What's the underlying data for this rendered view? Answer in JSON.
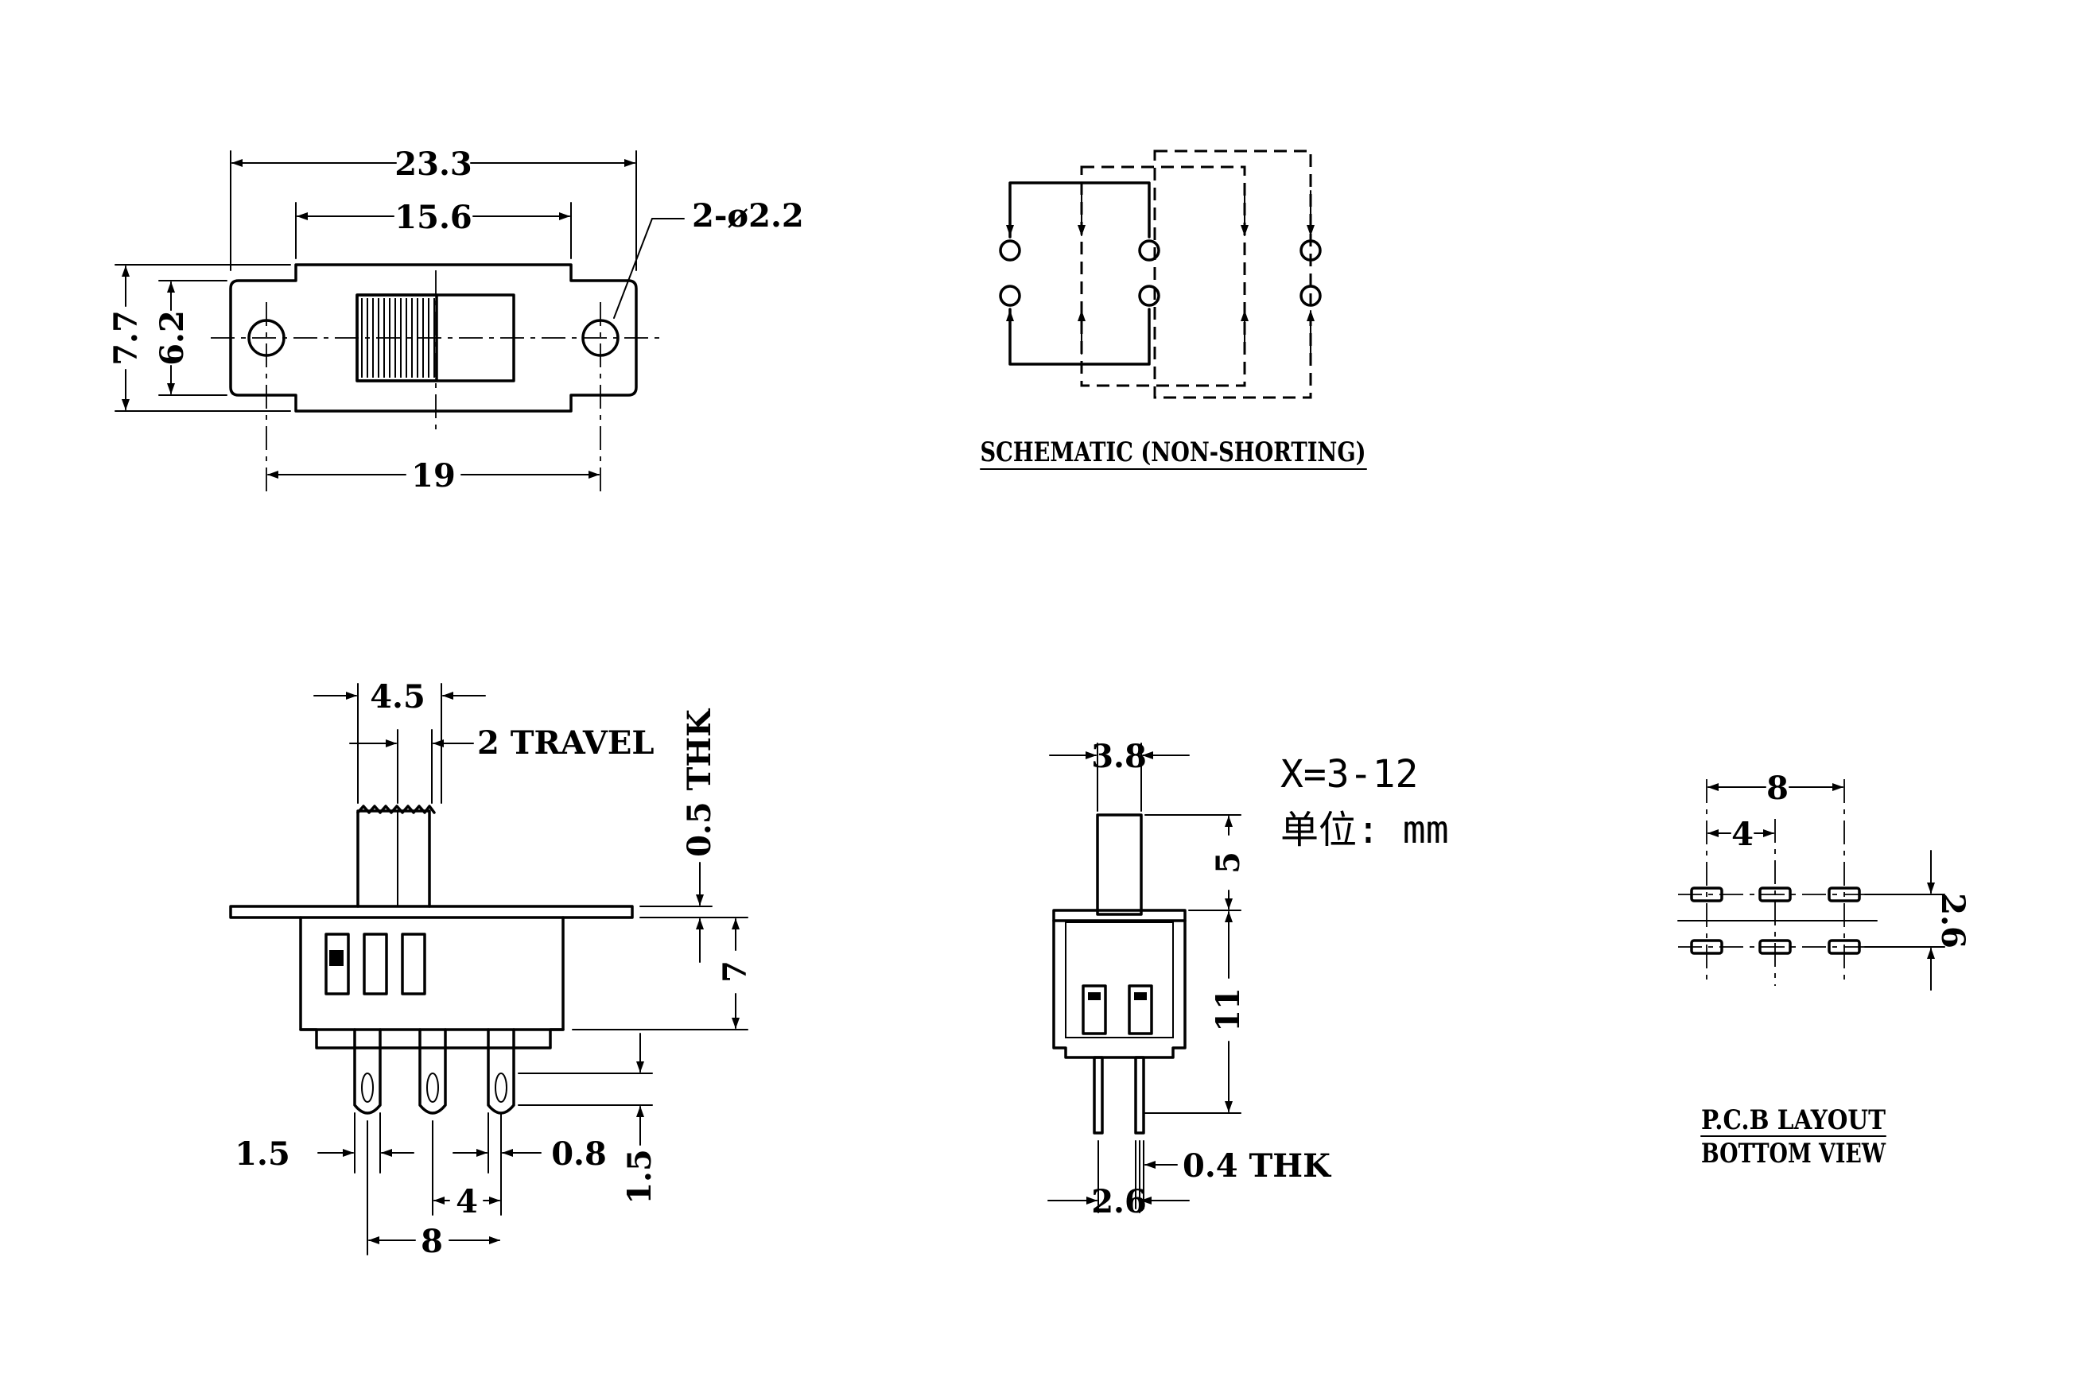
{
  "top_view": {
    "overall_length": "23.3",
    "slot_length": "15.6",
    "mounting_holes": "2-ø2.2",
    "overall_width": "7.7",
    "body_width": "6.2",
    "hole_pitch": "19"
  },
  "schematic": {
    "caption": "SCHEMATIC (NON-SHORTING)"
  },
  "side_view": {
    "actuator_width": "4.5",
    "travel": "2 TRAVEL",
    "plate_thickness": "0.5 THK",
    "body_height": "7",
    "pin_width": "1.5",
    "pin_thickness": "0.8",
    "pin_pitch": "4",
    "pin_span": "8",
    "pin_length": "1.5"
  },
  "end_view": {
    "actuator_width": "3.8",
    "actuator_height_label": "X=3-12",
    "unit_label": "单位: mm",
    "actuator_height": "5",
    "body_height": "11",
    "pin_thickness": "0.4 THK",
    "pin_spacing": "2.6"
  },
  "pcb_layout": {
    "col_span": "8",
    "col_pitch": "4",
    "row_pitch": "2.6",
    "caption_line1": "P.C.B LAYOUT",
    "caption_line2": "BOTTOM VIEW"
  }
}
